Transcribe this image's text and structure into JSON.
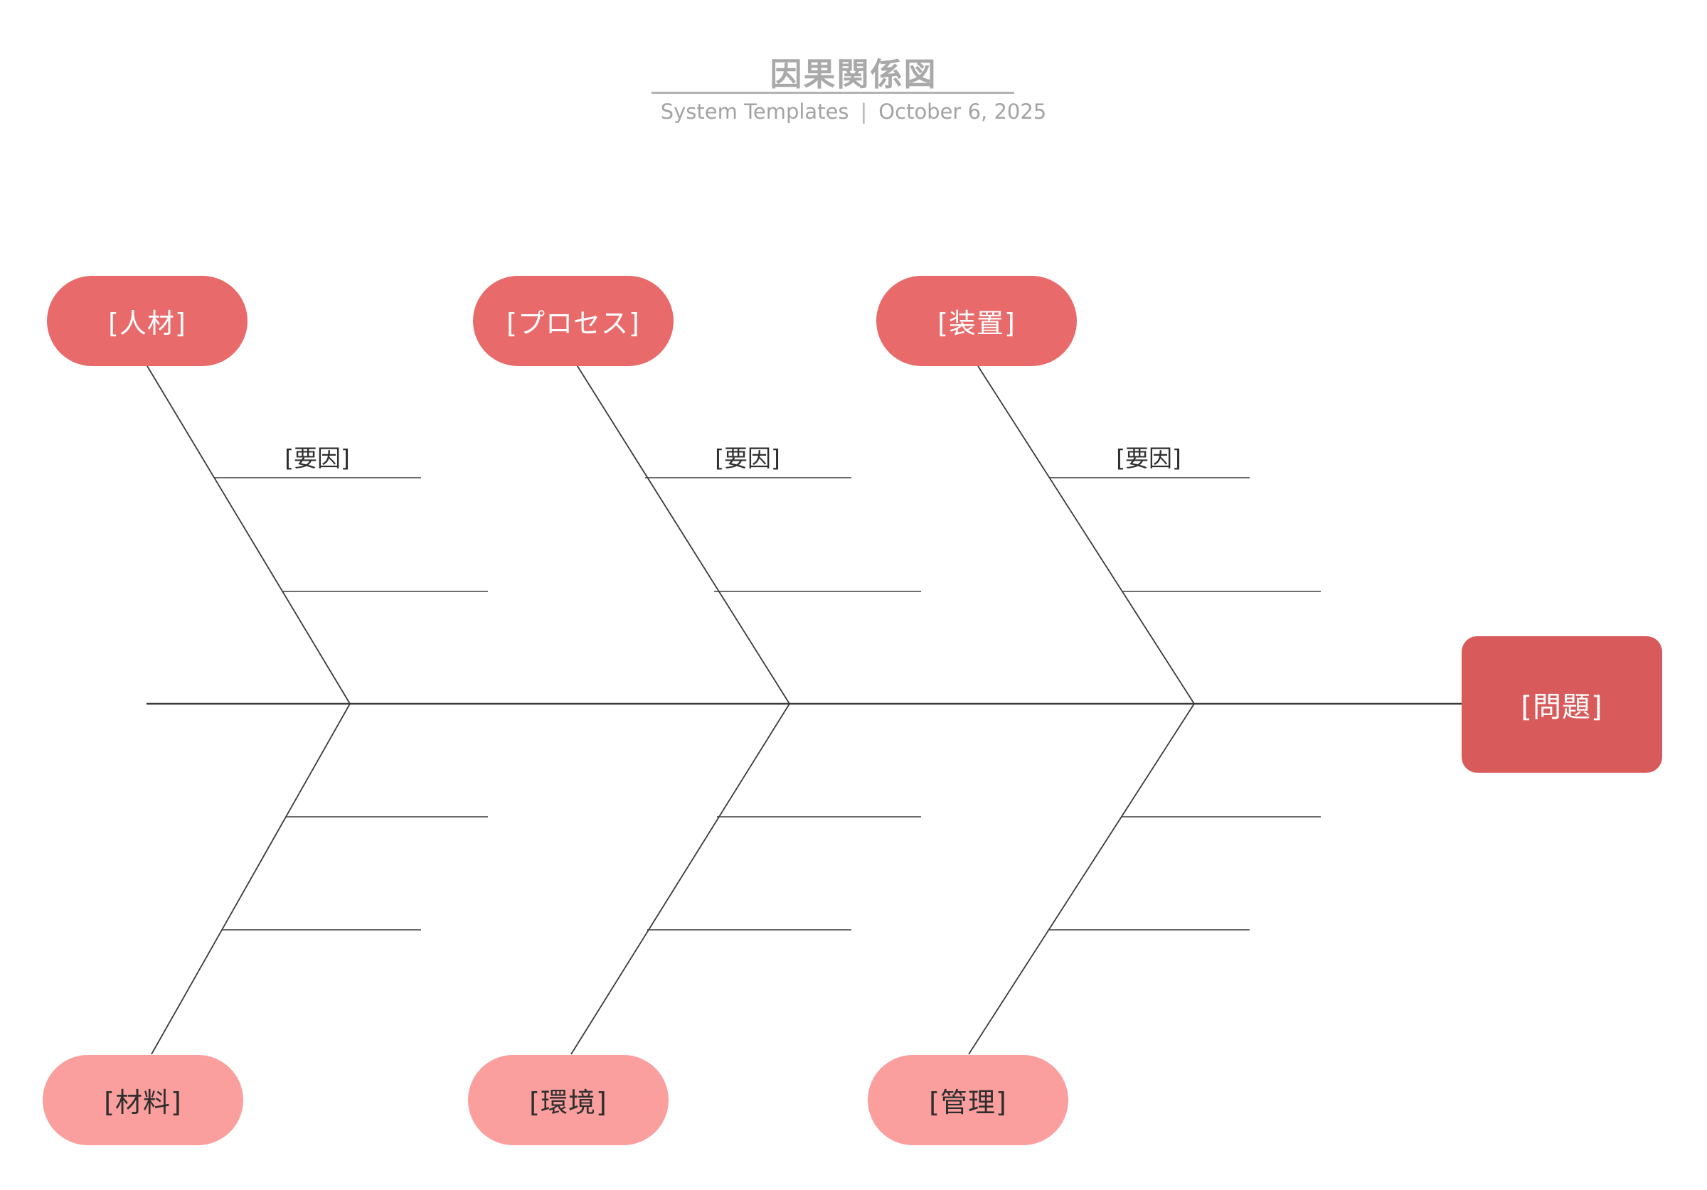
{
  "header": {
    "title": "因果関係図",
    "source": "System Templates",
    "separator": "|",
    "date": "October 6, 2025"
  },
  "diagram": {
    "type": "fishbone-ishikawa",
    "problem": {
      "label": "[問題]"
    },
    "categories": [
      {
        "label": "[人材]",
        "row": "top"
      },
      {
        "label": "[プロセス]",
        "row": "top"
      },
      {
        "label": "[装置]",
        "row": "top"
      },
      {
        "label": "[材料]",
        "row": "bottom"
      },
      {
        "label": "[環境]",
        "row": "bottom"
      },
      {
        "label": "[管理]",
        "row": "bottom"
      }
    ],
    "factor_labels": [
      "[要因]",
      "[要因]",
      "[要因]"
    ],
    "branches_per_category": 2,
    "colors": {
      "category_top_fill": "#E86A6A",
      "category_bottom_fill": "#FA9E9E",
      "problem_fill": "#D95A5A",
      "line": "#3A3A3A"
    }
  }
}
